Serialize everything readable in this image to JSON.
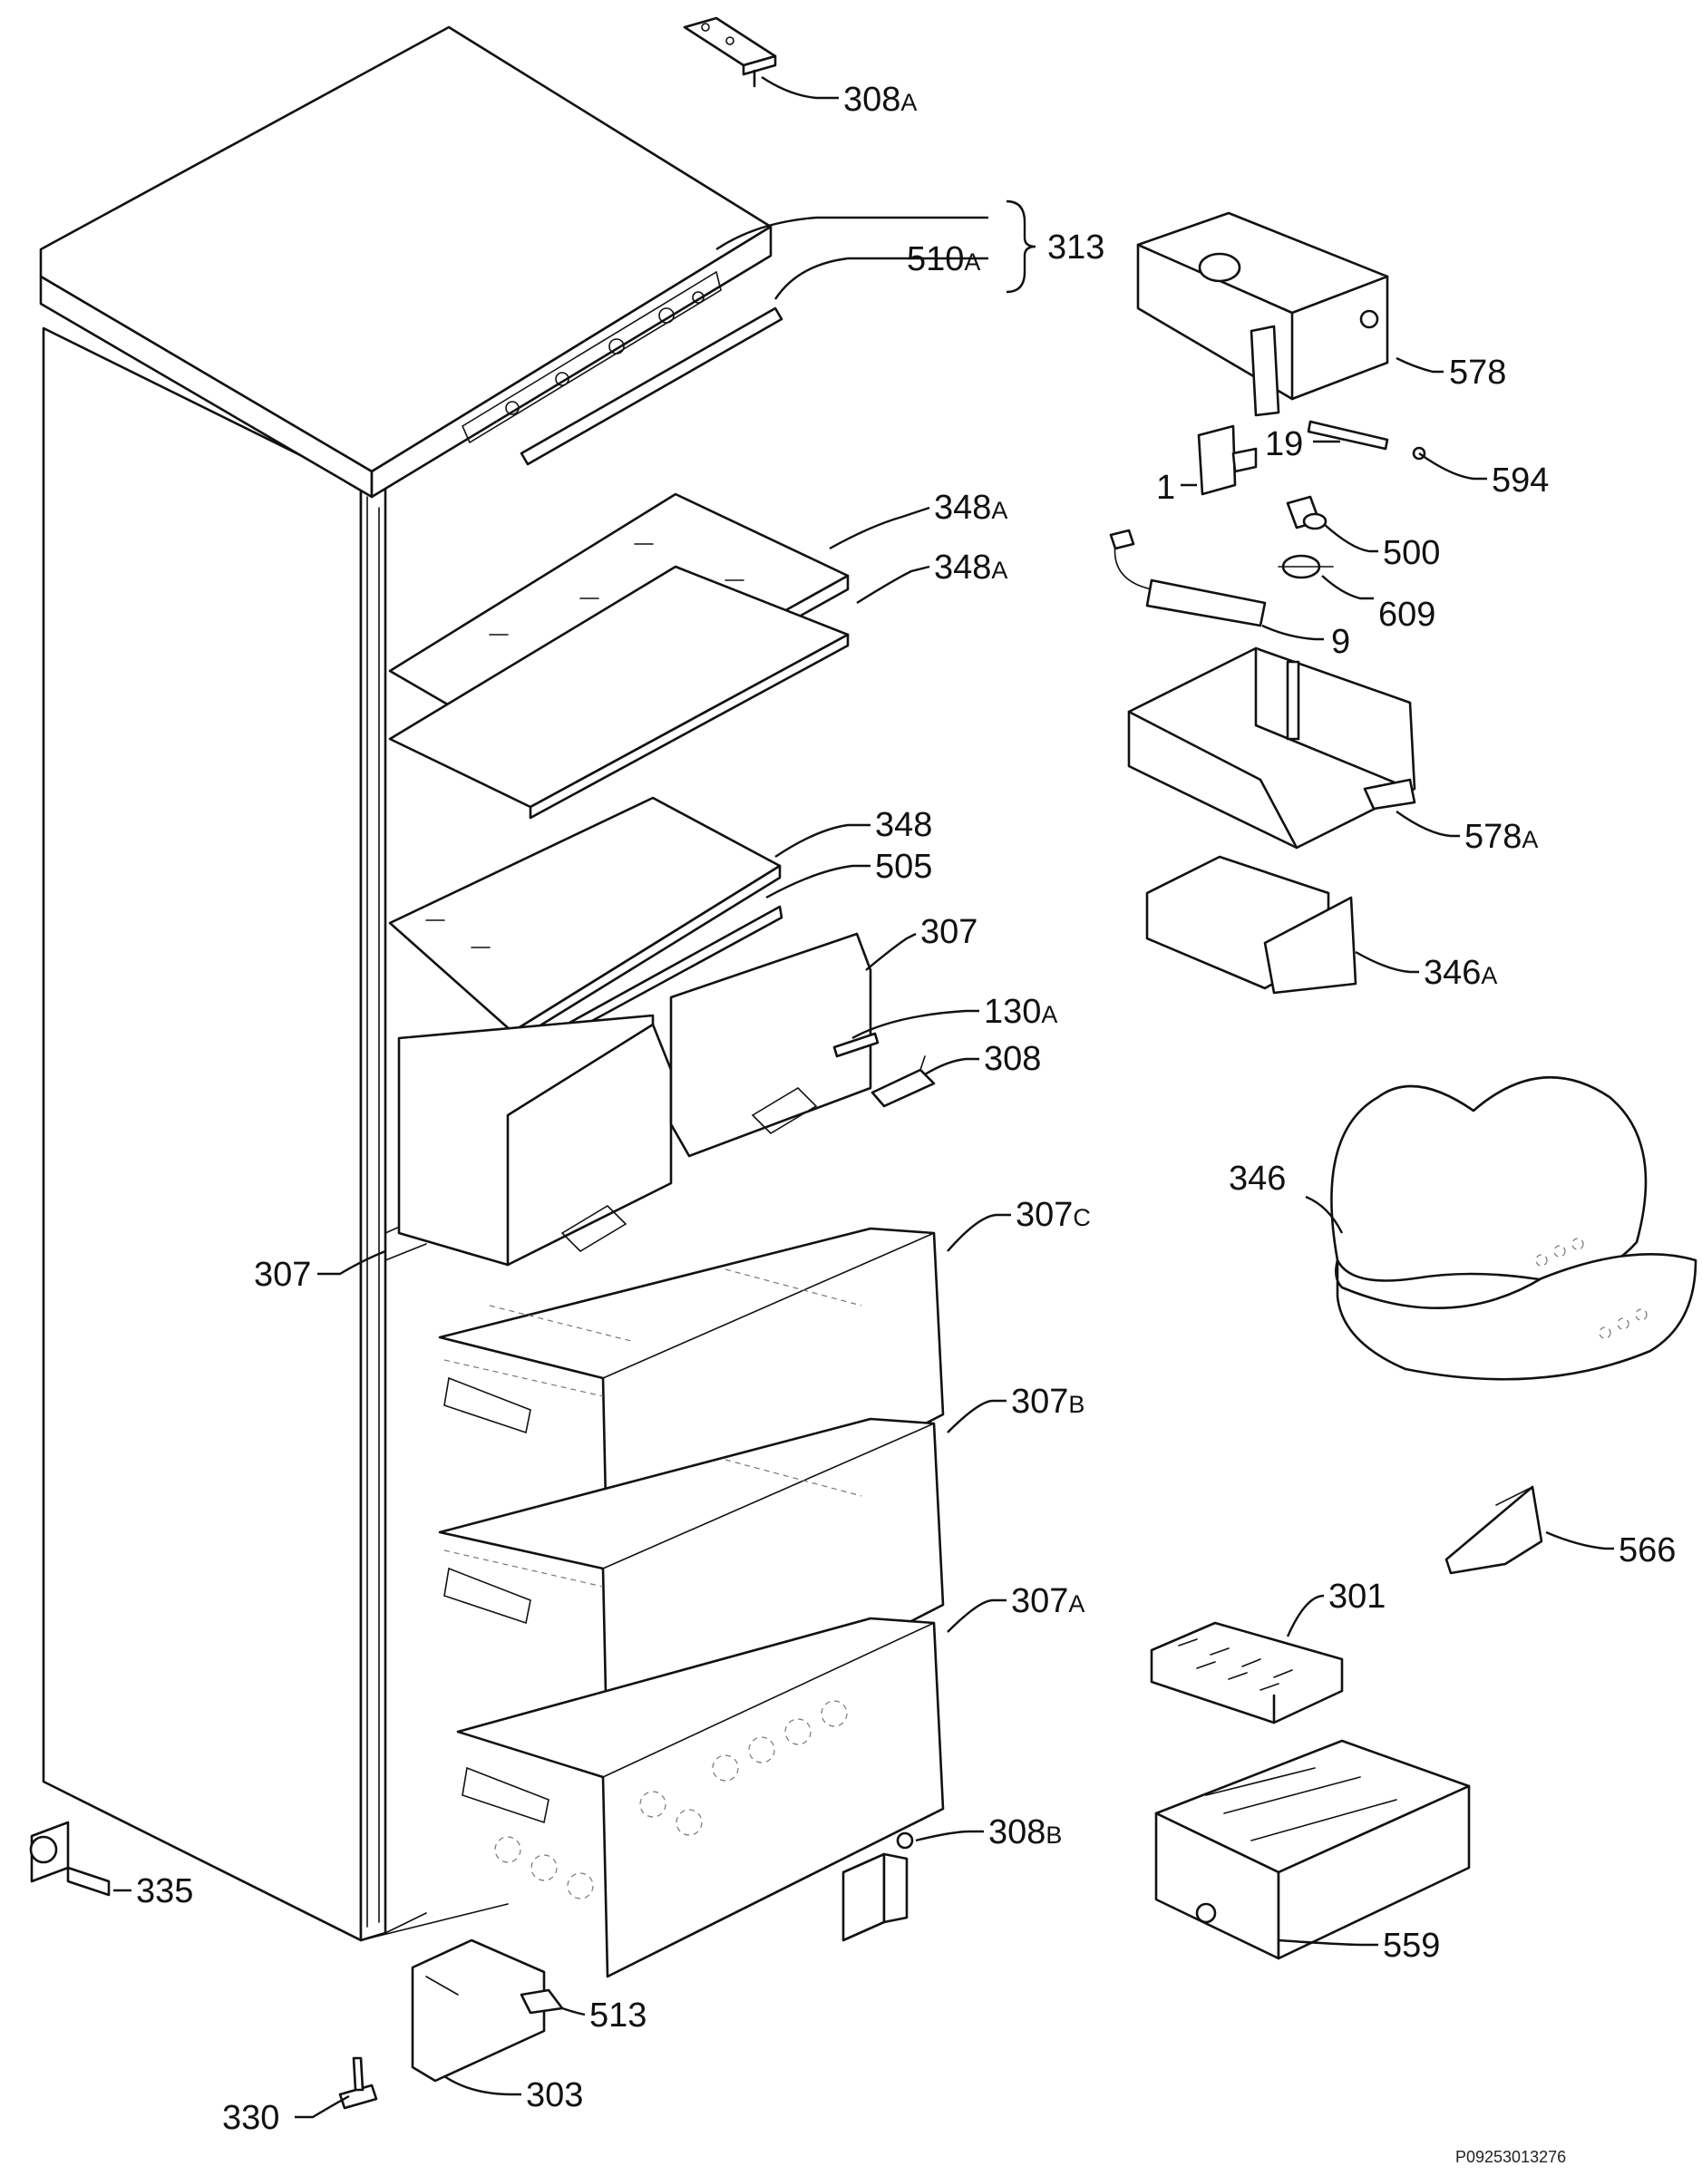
{
  "callouts": [
    {
      "id": "308A",
      "num": "308",
      "suffix": "A"
    },
    {
      "id": "313",
      "num": "313",
      "suffix": ""
    },
    {
      "id": "510A",
      "num": "510",
      "suffix": "A"
    },
    {
      "id": "578",
      "num": "578",
      "suffix": ""
    },
    {
      "id": "19",
      "num": "19",
      "suffix": ""
    },
    {
      "id": "594",
      "num": "594",
      "suffix": ""
    },
    {
      "id": "1",
      "num": "1",
      "suffix": ""
    },
    {
      "id": "500",
      "num": "500",
      "suffix": ""
    },
    {
      "id": "609",
      "num": "609",
      "suffix": ""
    },
    {
      "id": "9",
      "num": "9",
      "suffix": ""
    },
    {
      "id": "348A_1",
      "num": "348",
      "suffix": "A"
    },
    {
      "id": "348A_2",
      "num": "348",
      "suffix": "A"
    },
    {
      "id": "348",
      "num": "348",
      "suffix": ""
    },
    {
      "id": "505",
      "num": "505",
      "suffix": ""
    },
    {
      "id": "307_top",
      "num": "307",
      "suffix": ""
    },
    {
      "id": "578A",
      "num": "578",
      "suffix": "A"
    },
    {
      "id": "346A",
      "num": "346",
      "suffix": "A"
    },
    {
      "id": "130A",
      "num": "130",
      "suffix": "A"
    },
    {
      "id": "308",
      "num": "308",
      "suffix": ""
    },
    {
      "id": "346",
      "num": "346",
      "suffix": ""
    },
    {
      "id": "307C",
      "num": "307",
      "suffix": "C"
    },
    {
      "id": "307_left",
      "num": "307",
      "suffix": ""
    },
    {
      "id": "307B",
      "num": "307",
      "suffix": "B"
    },
    {
      "id": "566",
      "num": "566",
      "suffix": ""
    },
    {
      "id": "301",
      "num": "301",
      "suffix": ""
    },
    {
      "id": "307A",
      "num": "307",
      "suffix": "A"
    },
    {
      "id": "308B",
      "num": "308",
      "suffix": "B"
    },
    {
      "id": "335",
      "num": "335",
      "suffix": ""
    },
    {
      "id": "559",
      "num": "559",
      "suffix": ""
    },
    {
      "id": "513",
      "num": "513",
      "suffix": ""
    },
    {
      "id": "303",
      "num": "303",
      "suffix": ""
    },
    {
      "id": "330",
      "num": "330",
      "suffix": ""
    }
  ],
  "document_id": "P09253013276"
}
